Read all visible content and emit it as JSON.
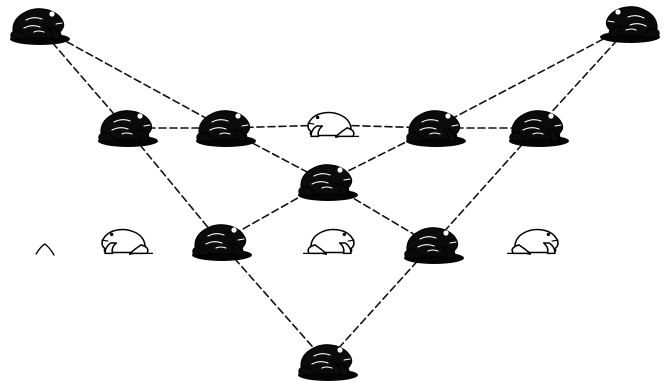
{
  "diagram": {
    "nodes": [
      {
        "id": "f1",
        "kind": "dark",
        "facing": "right"
      },
      {
        "id": "f2",
        "kind": "dark",
        "facing": "left"
      },
      {
        "id": "f3",
        "kind": "dark",
        "facing": "right"
      },
      {
        "id": "f4",
        "kind": "dark",
        "facing": "right"
      },
      {
        "id": "f5",
        "kind": "light",
        "facing": "left"
      },
      {
        "id": "f6",
        "kind": "dark",
        "facing": "right"
      },
      {
        "id": "f7",
        "kind": "dark",
        "facing": "right"
      },
      {
        "id": "f8",
        "kind": "dark",
        "facing": "right"
      },
      {
        "id": "f9",
        "kind": "light",
        "facing": "right"
      },
      {
        "id": "f10",
        "kind": "dark",
        "facing": "right"
      },
      {
        "id": "f11",
        "kind": "light",
        "facing": "left"
      },
      {
        "id": "f12",
        "kind": "dark",
        "facing": "right"
      },
      {
        "id": "f13",
        "kind": "light",
        "facing": "right"
      },
      {
        "id": "f14",
        "kind": "dark",
        "facing": "right"
      }
    ],
    "edges": [
      [
        "f1",
        "f3"
      ],
      [
        "f1",
        "f4"
      ],
      [
        "f2",
        "f6"
      ],
      [
        "f2",
        "f7"
      ],
      [
        "f3",
        "f4"
      ],
      [
        "f4",
        "f5"
      ],
      [
        "f5",
        "f6"
      ],
      [
        "f6",
        "f7"
      ],
      [
        "f4",
        "f8"
      ],
      [
        "f6",
        "f8"
      ],
      [
        "f3",
        "f10"
      ],
      [
        "f8",
        "f10"
      ],
      [
        "f8",
        "f12"
      ],
      [
        "f7",
        "f12"
      ],
      [
        "f10",
        "f14"
      ],
      [
        "f12",
        "f14"
      ]
    ],
    "colors": {
      "line": "#111111",
      "dark_frog": "#0b0b0b",
      "light_frog_outline": "#000000",
      "background": "#ffffff"
    }
  }
}
